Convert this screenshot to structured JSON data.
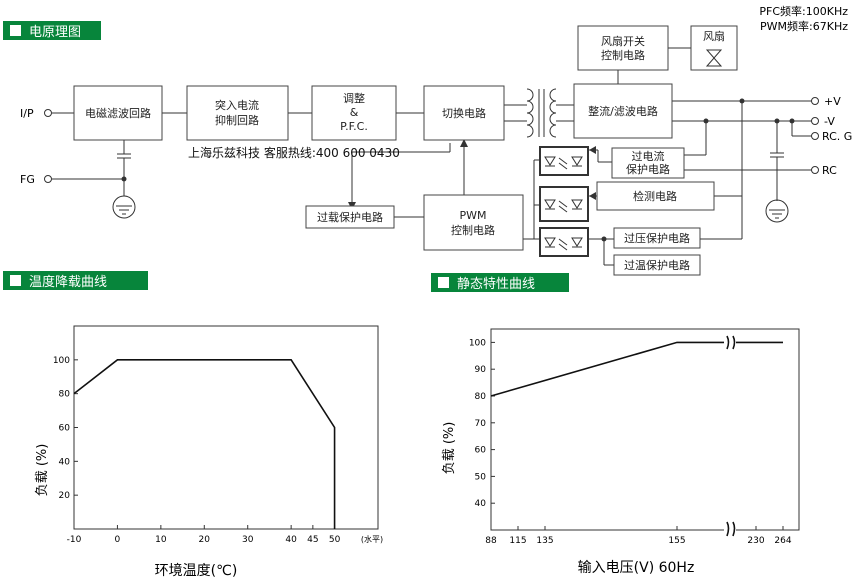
{
  "corner": {
    "pfc": "PFC频率:100KHz",
    "pwm": "PWM频率:67KHz"
  },
  "sections": {
    "block_diagram": "电原理图",
    "derating": "温度降载曲线",
    "static": "静态特性曲线"
  },
  "terminals": {
    "ip": "I/P",
    "fg": "FG",
    "plus_v": "+V",
    "minus_v": "-V",
    "rcg": "RC. G.",
    "rc": "RC"
  },
  "blocks": {
    "emi": "电磁滤波回路",
    "inrush_1": "突入电流",
    "inrush_2": "抑制回路",
    "adj_1": "调整",
    "adj_2": "&",
    "adj_3": "P.F.C.",
    "switch": "切换电路",
    "rect": "整流/滤波电路",
    "fanctl_1": "风扇开关",
    "fanctl_2": "控制电路",
    "fan": "风扇",
    "ocp_1": "过电流",
    "ocp_2": "保护电路",
    "detect": "检测电路",
    "ovp": "过压保护电路",
    "otp": "过温保护电路",
    "olp": "过载保护电路",
    "pwm_1": "PWM",
    "pwm_2": "控制电路"
  },
  "watermark": "上海乐兹科技 客服热线:400 600 0430",
  "chart_data": [
    {
      "type": "line",
      "x_ticks": [
        "-10",
        "0",
        "10",
        "20",
        "30",
        "40",
        "45",
        "50"
      ],
      "x_unit": "(水平)",
      "y_ticks": [
        "20",
        "40",
        "60",
        "80",
        "100"
      ],
      "xlabel": "环境温度(℃)",
      "ylabel": "负载 (%)",
      "xlim": [
        -10,
        60
      ],
      "ylim": [
        0,
        120
      ],
      "x": [
        -10,
        0,
        40,
        50,
        50
      ],
      "y": [
        80,
        100,
        100,
        60,
        0
      ]
    },
    {
      "type": "line",
      "x_ticks": [
        "88",
        "115",
        "135",
        "155",
        "230",
        "264"
      ],
      "y_ticks": [
        "40",
        "50",
        "60",
        "70",
        "80",
        "90",
        "100"
      ],
      "xlabel": "输入电压(V) 60Hz",
      "ylabel": "负载 (%)",
      "ylim": [
        30,
        105
      ],
      "x": [
        88,
        155,
        264
      ],
      "y": [
        80,
        100,
        100
      ]
    }
  ]
}
